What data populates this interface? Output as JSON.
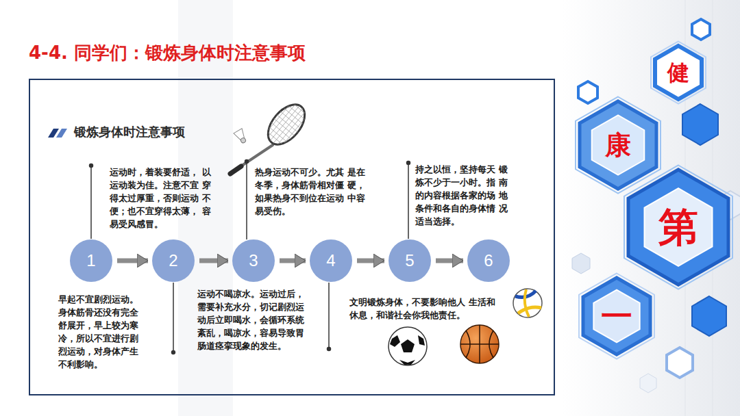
{
  "diagram": {
    "title": "4-4. 同学们：锻炼身体时注意事项",
    "nodes": [
      {
        "text": [
          "锻炼身体时注意事项"
        ]
      },
      {
        "text": [
          "1"
        ],
        "in": 0
      },
      {
        "text": [
          "2"
        ],
        "in": 0
      },
      {
        "text": [
          "3"
        ],
        "in": 0
      },
      {
        "text": [
          "4"
        ],
        "in": 0
      },
      {
        "text": [
          "5"
        ],
        "in": 0
      },
      {
        "text": [
          "6"
        ],
        "in": 0
      },
      {
        "text": [
          "健"
        ]
      },
      {
        "text": [
          "康"
        ]
      },
      {
        "text": [
          "第"
        ]
      },
      {
        "text": [
          "一"
        ]
      }
    ],
    "edges": [
      {
        "from": 1,
        "to": 2,
        "arrow": "to"
      },
      {
        "from": 2,
        "to": 3,
        "arrow": "to"
      },
      {
        "from": 3,
        "to": 4,
        "arrow": "to"
      },
      {
        "from": 4,
        "to": 5,
        "arrow": "to"
      },
      {
        "from": 5,
        "to": 6,
        "arrow": "to"
      }
    ],
    "labels": [
      "运动时，着装要舒适， 以运动装为佳。注意不宜 穿得太过厚重，否则运动 不便；也不宜穿得太薄， 容易受风感冒。",
      "热身运动不可少。尤其 是在冬季，身体筋骨相对僵 硬，如果热身不到位在运动 中容易受伤。",
      "持之以恒，坚持每天 锻炼不少于一小时。指 南的内容根据各家的场 地条件和各自的身体情 况适当选择。",
      "早起不宜剧烈运动。 身体筋骨还没有完全 舒展开，早上较为寒 冷，所以不宜进行剧 烈运动，对身体产生 不利影响。",
      "运动不喝凉水。运动过后， 需要补充水分，切记剧烈运 动后立即喝水，会循环系统 紊乱，喝凉水，容易导致胃 肠道痉挛现象的发生。",
      "文明锻炼身体，不要影响他人 生活和休息，和谐社会你我他责任。"
    ]
  }
}
